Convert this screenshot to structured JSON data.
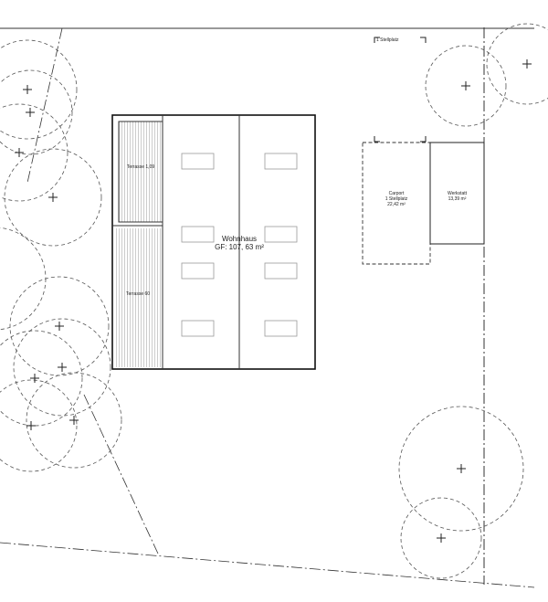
{
  "labels": {
    "house_name": "Wohnhaus",
    "house_area": "GF: 107, 63 m²",
    "terrace_top": "Terrasse 1,09",
    "terrace_bottom": "Terrasse 60",
    "carport_name": "Carport",
    "carport_spaces": "1 Stellplatz",
    "carport_area": "22,42 m²",
    "workshop_name": "Werkstatt",
    "workshop_area": "13,39 m²",
    "parking_space": "1 Stellplatz"
  },
  "colors": {
    "line": "#222222",
    "dashed": "#555555",
    "hatch": "#aaaaaa"
  }
}
